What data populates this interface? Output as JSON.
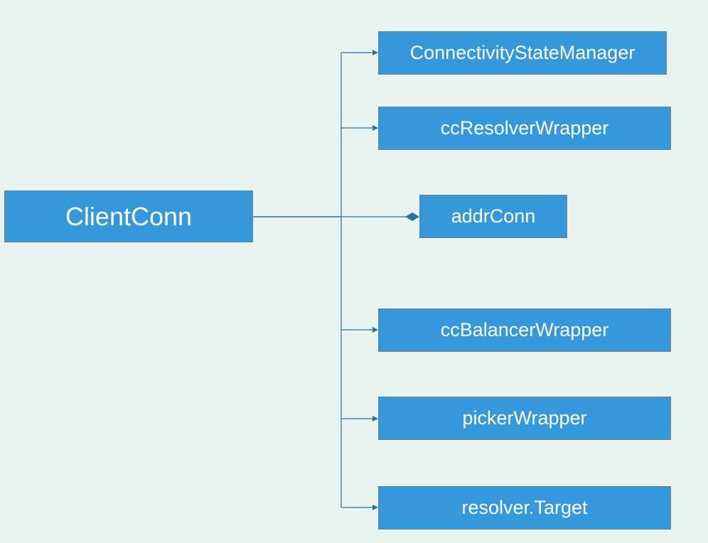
{
  "diagram": {
    "root": {
      "label": "ClientConn"
    },
    "children": [
      {
        "label": "ConnectivityStateManager",
        "relation": "arrow"
      },
      {
        "label": "ccResolverWrapper",
        "relation": "arrow"
      },
      {
        "label": "addrConn",
        "relation": "composition"
      },
      {
        "label": "ccBalancerWrapper",
        "relation": "arrow"
      },
      {
        "label": "pickerWrapper",
        "relation": "arrow"
      },
      {
        "label": "resolver.Target",
        "relation": "arrow"
      }
    ]
  },
  "colors": {
    "background": "#e8f4ef",
    "node_fill": "#3498db",
    "node_text": "#ffffff",
    "connector": "#2c6fa0"
  }
}
